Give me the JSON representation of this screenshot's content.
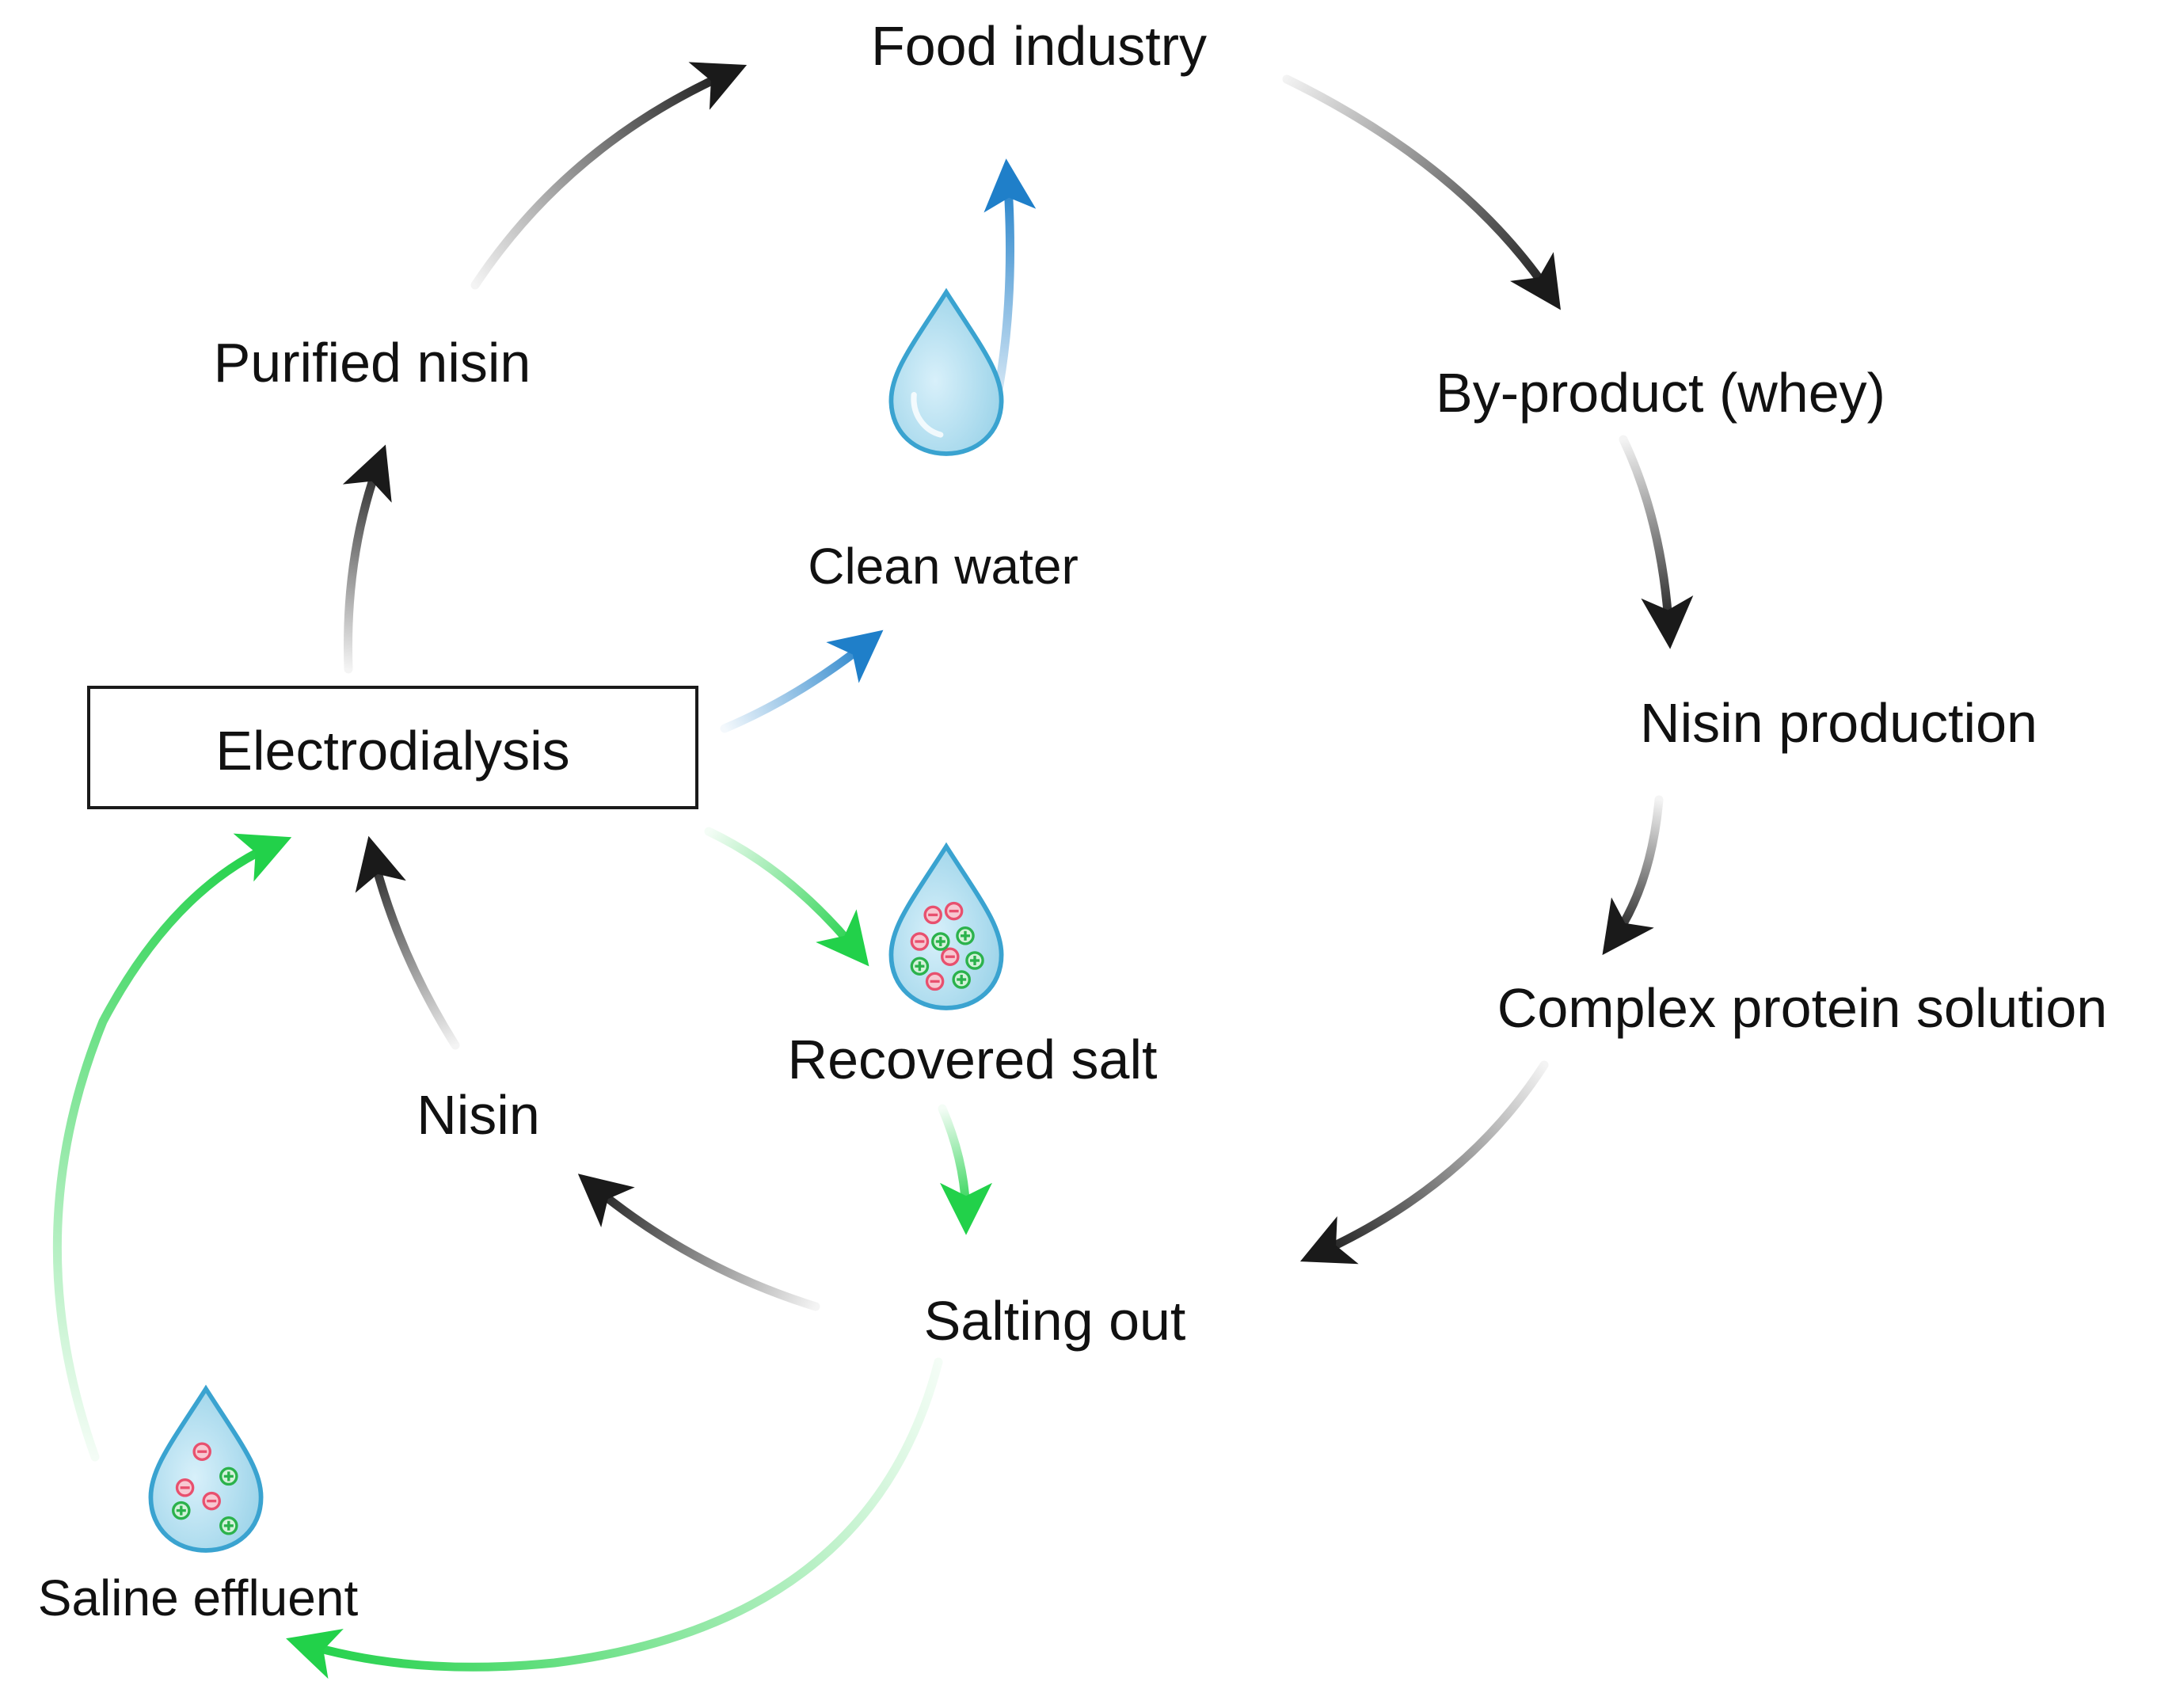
{
  "labels": {
    "food_industry": "Food industry",
    "byproduct": "By-product (whey)",
    "nisin_production": "Nisin production",
    "complex_protein": "Complex protein solution",
    "salting_out": "Salting out",
    "nisin": "Nisin",
    "electrodialysis": "Electrodialysis",
    "purified_nisin": "Purified nisin",
    "clean_water": "Clean water",
    "recovered_salt": "Recovered salt",
    "saline_effluent": "Saline effluent"
  },
  "colors": {
    "black_arrow": "#1a1a1a",
    "blue_arrow": "#1f7fc9",
    "green_arrow": "#22d14a",
    "drop_fill": "#a9dcee",
    "drop_stroke": "#3aa3d0",
    "cation": "#2bb24c",
    "anion": "#e8506e"
  },
  "icons": [
    "clean-water-drop-icon",
    "recovered-salt-drop-icon",
    "saline-effluent-drop-icon"
  ]
}
